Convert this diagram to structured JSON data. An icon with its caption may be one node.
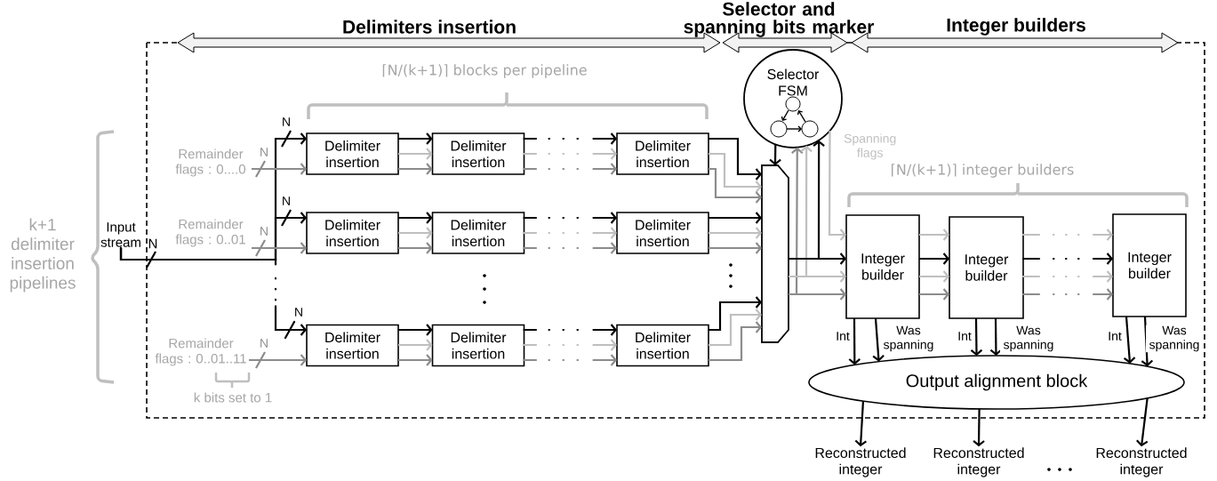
{
  "diagram": {
    "nodes": [
      {
        "text": [
          "Input stream"
        ]
      },
      {
        "text": [
          "Remainder flags : 0....0"
        ]
      },
      {
        "text": [
          "Remainder flags : 0..01"
        ]
      },
      {
        "text": [
          "Remainder flags : 0..01..11"
        ]
      },
      {
        "text": [
          "Delimiter insertion"
        ]
      },
      {
        "text": [
          "Delimiter insertion"
        ]
      },
      {
        "text": [
          "Delimiter insertion"
        ]
      },
      {
        "text": [
          "Delimiter insertion"
        ]
      },
      {
        "text": [
          "Delimiter insertion"
        ]
      },
      {
        "text": [
          "Delimiter insertion"
        ]
      },
      {
        "text": [
          "Delimiter insertion"
        ]
      },
      {
        "text": [
          "Delimiter insertion"
        ]
      },
      {
        "text": [
          "Delimiter insertion"
        ]
      },
      {
        "text": [],
        "shape": "trapezoid"
      },
      {
        "text": [
          "Selector FSM"
        ]
      },
      {
        "text": [
          "Integer builder"
        ]
      },
      {
        "text": [
          "Integer builder"
        ]
      },
      {
        "text": [
          "Integer builder"
        ]
      },
      {
        "text": [
          "Output alignment block"
        ]
      },
      {
        "text": [
          "Reconstructed integer"
        ]
      },
      {
        "text": [
          "Reconstructed integer"
        ]
      },
      {
        "text": [
          "Reconstructed integer"
        ]
      },
      {
        "text": [
          "Delimiters insertion"
        ]
      },
      {
        "text": [
          "Selector and spanning bits marker"
        ]
      },
      {
        "text": [
          "Integer builders"
        ]
      }
    ],
    "edges": [
      {
        "from": 0,
        "to": 4,
        "arrow": "to",
        "label": "N"
      },
      {
        "from": 0,
        "to": 7,
        "arrow": "to",
        "label": "N"
      },
      {
        "from": 0,
        "to": 10,
        "arrow": "to",
        "label": "N",
        "style": "dashed"
      },
      {
        "from": 1,
        "to": 4,
        "arrow": "to",
        "label": "N",
        "color": "#8c8c8c"
      },
      {
        "from": 2,
        "to": 7,
        "arrow": "to",
        "label": "N",
        "color": "#8c8c8c"
      },
      {
        "from": 3,
        "to": 10,
        "arrow": "to",
        "label": "N",
        "color": "#8c8c8c"
      },
      {
        "from": 4,
        "to": 5,
        "arrow": "to"
      },
      {
        "from": 4,
        "to": 5,
        "arrow": "to",
        "color": "#bfbfbf"
      },
      {
        "from": 4,
        "to": 5,
        "arrow": "to",
        "color": "#8c8c8c"
      },
      {
        "from": 5,
        "to": 6,
        "arrow": "to",
        "style": "dashed"
      },
      {
        "from": 5,
        "to": 6,
        "arrow": "to",
        "color": "#bfbfbf",
        "style": "dashed"
      },
      {
        "from": 5,
        "to": 6,
        "arrow": "to",
        "color": "#8c8c8c",
        "style": "dashed"
      },
      {
        "from": 7,
        "to": 8,
        "arrow": "to"
      },
      {
        "from": 7,
        "to": 8,
        "arrow": "to",
        "color": "#bfbfbf"
      },
      {
        "from": 7,
        "to": 8,
        "arrow": "to",
        "color": "#8c8c8c"
      },
      {
        "from": 8,
        "to": 9,
        "arrow": "to",
        "style": "dashed"
      },
      {
        "from": 8,
        "to": 9,
        "arrow": "to",
        "color": "#bfbfbf",
        "style": "dashed"
      },
      {
        "from": 8,
        "to": 9,
        "arrow": "to",
        "color": "#8c8c8c",
        "style": "dashed"
      },
      {
        "from": 10,
        "to": 11,
        "arrow": "to"
      },
      {
        "from": 10,
        "to": 11,
        "arrow": "to",
        "color": "#bfbfbf"
      },
      {
        "from": 10,
        "to": 11,
        "arrow": "to",
        "color": "#8c8c8c"
      },
      {
        "from": 11,
        "to": 12,
        "arrow": "to",
        "style": "dashed"
      },
      {
        "from": 11,
        "to": 12,
        "arrow": "to",
        "color": "#bfbfbf",
        "style": "dashed"
      },
      {
        "from": 11,
        "to": 12,
        "arrow": "to",
        "color": "#8c8c8c",
        "style": "dashed"
      },
      {
        "from": 6,
        "to": 13,
        "arrow": "to"
      },
      {
        "from": 6,
        "to": 13,
        "arrow": "to",
        "color": "#bfbfbf"
      },
      {
        "from": 6,
        "to": 13,
        "arrow": "to",
        "color": "#8c8c8c"
      },
      {
        "from": 9,
        "to": 13,
        "arrow": "to"
      },
      {
        "from": 9,
        "to": 13,
        "arrow": "to",
        "color": "#bfbfbf"
      },
      {
        "from": 9,
        "to": 13,
        "arrow": "to",
        "color": "#8c8c8c"
      },
      {
        "from": 12,
        "to": 13,
        "arrow": "to"
      },
      {
        "from": 12,
        "to": 13,
        "arrow": "to",
        "color": "#bfbfbf"
      },
      {
        "from": 12,
        "to": 13,
        "arrow": "to",
        "color": "#8c8c8c"
      },
      {
        "from": 14,
        "to": 13,
        "arrow": "to"
      },
      {
        "from": 13,
        "to": 14,
        "arrow": "to",
        "color": "#8c8c8c"
      },
      {
        "from": 13,
        "to": 14,
        "arrow": "to",
        "color": "#bfbfbf"
      },
      {
        "from": 13,
        "to": 14,
        "arrow": "to"
      },
      {
        "from": 14,
        "to": 15,
        "arrow": "to",
        "label": "Spanning flags",
        "color": "#bfbfbf"
      },
      {
        "from": 13,
        "to": 15,
        "arrow": "to"
      },
      {
        "from": 13,
        "to": 15,
        "arrow": "to",
        "color": "#bfbfbf"
      },
      {
        "from": 13,
        "to": 15,
        "arrow": "to",
        "color": "#8c8c8c"
      },
      {
        "from": 15,
        "to": 16,
        "arrow": "to",
        "color": "#bfbfbf"
      },
      {
        "from": 15,
        "to": 16,
        "arrow": "to"
      },
      {
        "from": 15,
        "to": 16,
        "arrow": "to",
        "color": "#bfbfbf"
      },
      {
        "from": 15,
        "to": 16,
        "arrow": "to",
        "color": "#8c8c8c"
      },
      {
        "from": 16,
        "to": 17,
        "arrow": "to",
        "color": "#bfbfbf",
        "style": "dashed"
      },
      {
        "from": 16,
        "to": 17,
        "arrow": "to",
        "style": "dashed"
      },
      {
        "from": 16,
        "to": 17,
        "arrow": "to",
        "color": "#bfbfbf",
        "style": "dashed"
      },
      {
        "from": 16,
        "to": 17,
        "arrow": "to",
        "color": "#8c8c8c",
        "style": "dashed"
      },
      {
        "from": 15,
        "to": 18,
        "arrow": "to",
        "label": "Int"
      },
      {
        "from": 15,
        "to": 18,
        "arrow": "to",
        "label": "Was spanning"
      },
      {
        "from": 16,
        "to": 18,
        "arrow": "to",
        "label": "Int"
      },
      {
        "from": 16,
        "to": 18,
        "arrow": "to",
        "label": "Was spanning"
      },
      {
        "from": 17,
        "to": 18,
        "arrow": "to",
        "label": "Int"
      },
      {
        "from": 17,
        "to": 18,
        "arrow": "to",
        "label": "Was spanning"
      },
      {
        "from": 18,
        "to": 19,
        "arrow": "to"
      },
      {
        "from": 18,
        "to": 20,
        "arrow": "to"
      },
      {
        "from": 18,
        "to": 21,
        "arrow": "to"
      }
    ],
    "labels": [
      "⌈N/(k+1)⌉ blocks per pipeline",
      "k+1 delimiter insertion pipelines",
      "N",
      "⌈N/(k+1)⌉ integer builders",
      "k bits set to 1"
    ]
  }
}
